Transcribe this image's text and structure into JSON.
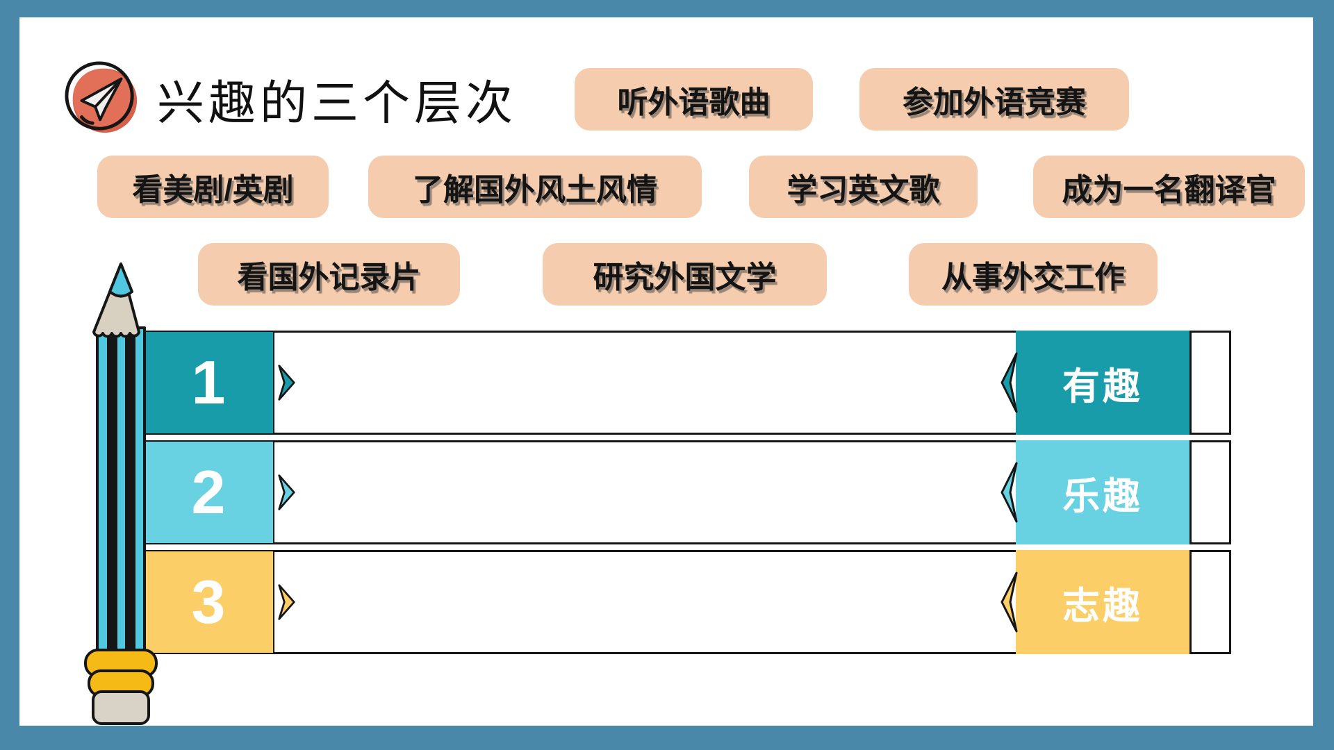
{
  "colors": {
    "frame_blue": "#4a88aa",
    "tag_peach": "#f5cdae",
    "icon_coral": "#e27059",
    "icon_coral_dark": "#d6604a",
    "level1_teal": "#199caa",
    "level2_cyan": "#68d2e2",
    "level3_yellow": "#fbce68",
    "pencil_cyan": "#4fc8e0",
    "pencil_wood": "#d8d0c0",
    "pencil_ferrule_yellow": "#f6ba17",
    "pencil_eraser": "#d9d2c6",
    "ink_black": "#161616"
  },
  "header": {
    "title": "兴趣的三个层次"
  },
  "tags": [
    {
      "label": "听外语歌曲"
    },
    {
      "label": "参加外语竞赛"
    },
    {
      "label": "看美剧/英剧"
    },
    {
      "label": "了解国外风土风情"
    },
    {
      "label": "学习英文歌"
    },
    {
      "label": "成为一名翻译官"
    },
    {
      "label": "看国外记录片"
    },
    {
      "label": "研究外国文学"
    },
    {
      "label": "从事外交工作"
    }
  ],
  "levels": [
    {
      "number": "1",
      "label": "有趣"
    },
    {
      "number": "2",
      "label": "乐趣"
    },
    {
      "number": "3",
      "label": "志趣"
    }
  ]
}
